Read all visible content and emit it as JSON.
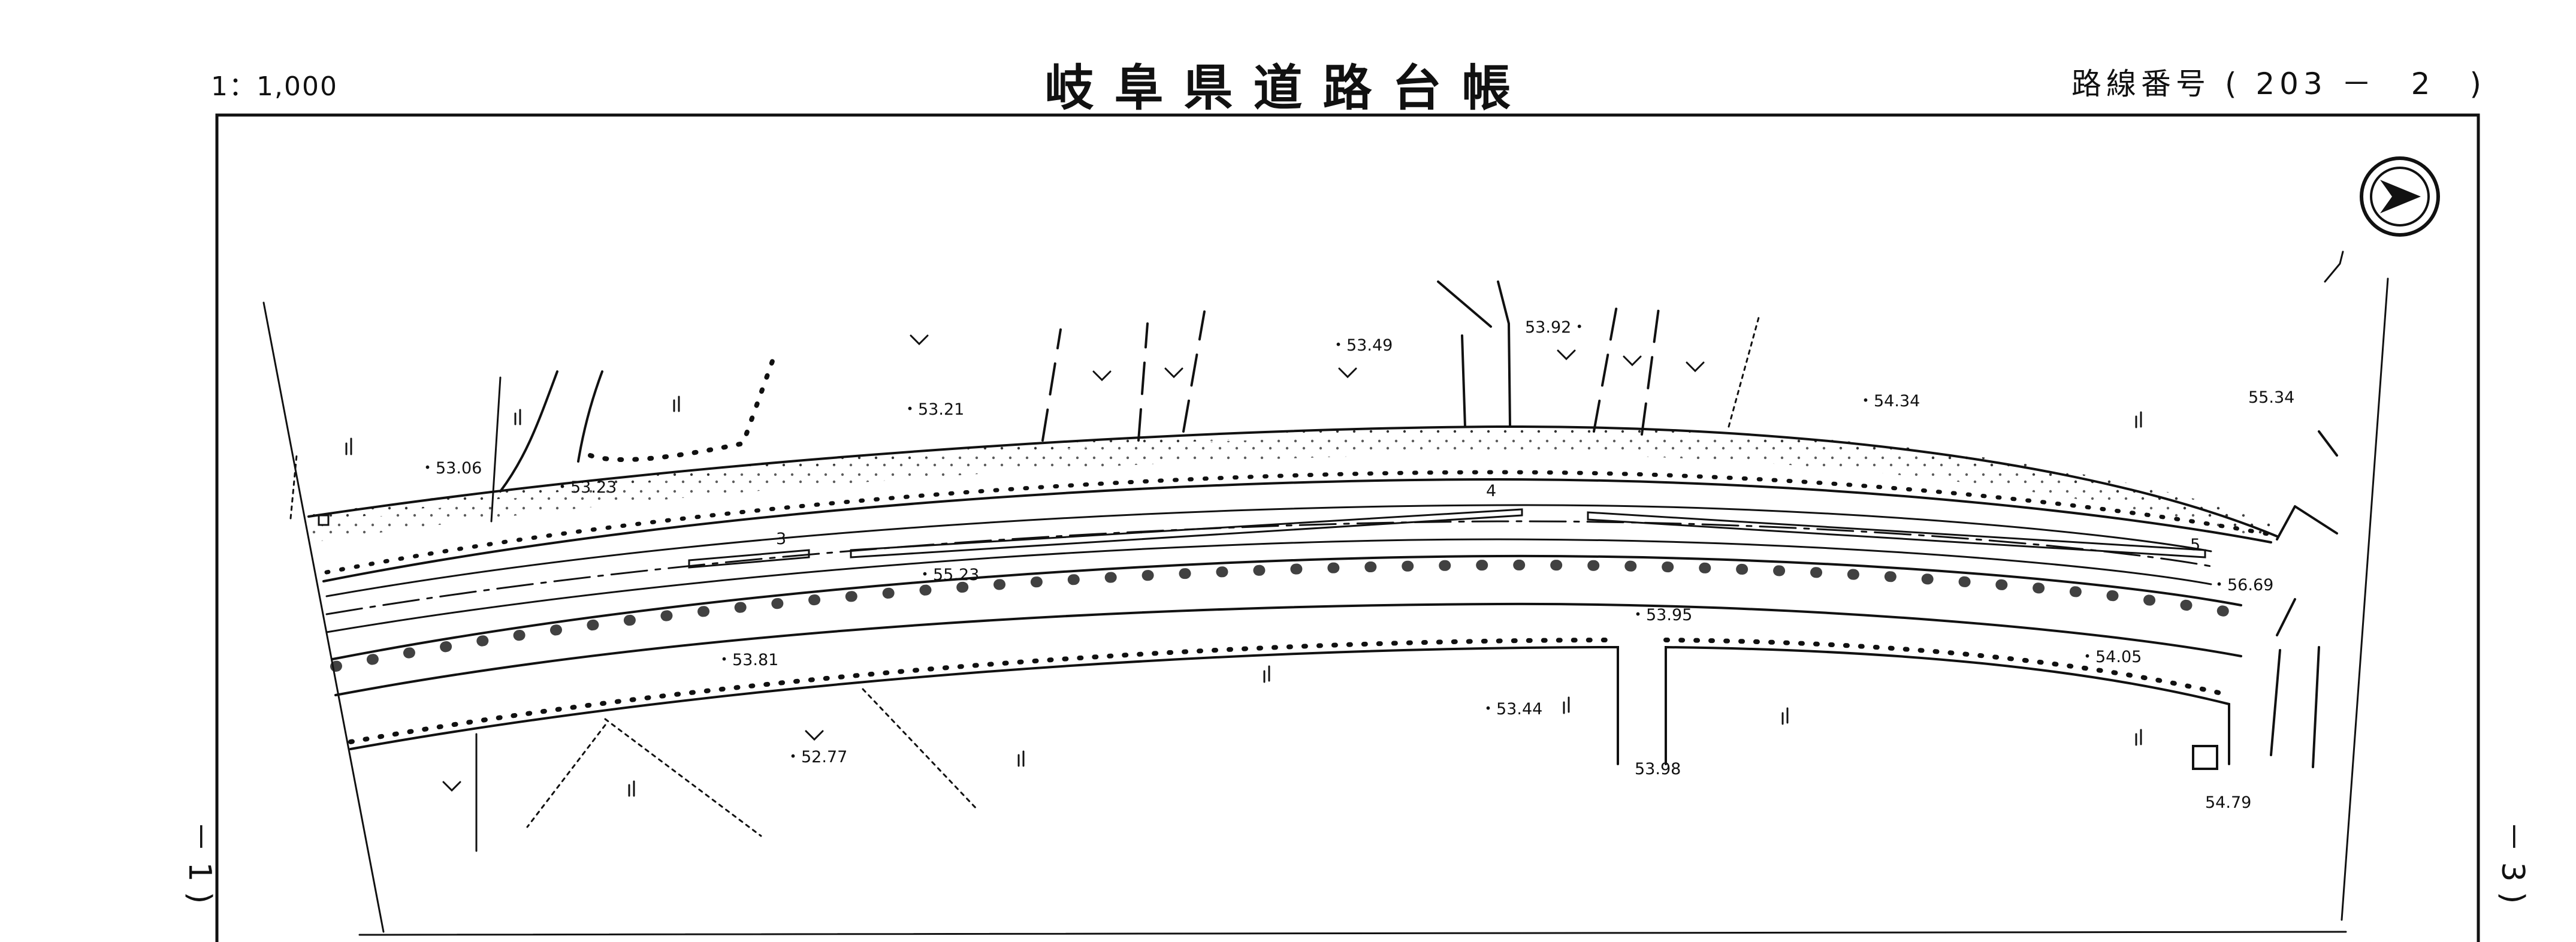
{
  "header": {
    "scale": "1：1,000",
    "title": "岐阜県道路台帳",
    "route_label": "路線番号 ( 203 －　2　)"
  },
  "side_labels": {
    "left": "－ 1 )",
    "right": "－ 3 )"
  },
  "north_arrow": {
    "icon": "north-arrow-icon",
    "direction": "east"
  },
  "elevation_points": [
    {
      "id": "e1",
      "label": "・53.06"
    },
    {
      "id": "e2",
      "label": "・53.23"
    },
    {
      "id": "e3",
      "label": "・53.21"
    },
    {
      "id": "e4",
      "label": "・53.49"
    },
    {
      "id": "e5",
      "label": "53.92・"
    },
    {
      "id": "e6",
      "label": "・54.34"
    },
    {
      "id": "e7",
      "label": "55.34"
    },
    {
      "id": "e8",
      "label": "・55.23"
    },
    {
      "id": "e9",
      "label": "・53.95"
    },
    {
      "id": "e10",
      "label": "・56.69"
    },
    {
      "id": "e11",
      "label": "・53.81"
    },
    {
      "id": "e12",
      "label": "・54.05"
    },
    {
      "id": "e13",
      "label": "・53.44"
    },
    {
      "id": "e14",
      "label": "・52.77"
    },
    {
      "id": "e15",
      "label": "53.98"
    },
    {
      "id": "e16",
      "label": "54.79"
    }
  ],
  "road_marks": [
    {
      "id": "m1",
      "label": "3"
    },
    {
      "id": "m2",
      "label": "4"
    },
    {
      "id": "m3",
      "label": "5"
    }
  ],
  "colors": {
    "ink": "#111111",
    "background": "#ffffff"
  }
}
